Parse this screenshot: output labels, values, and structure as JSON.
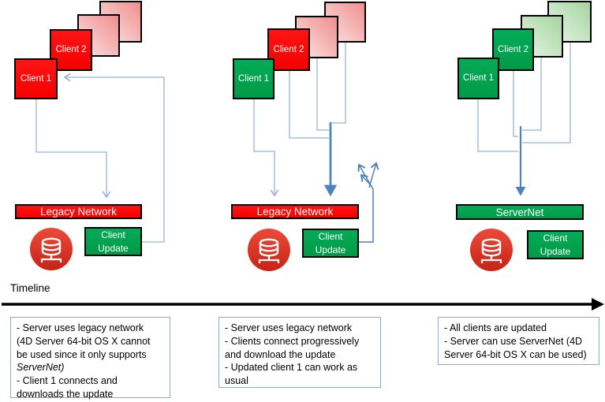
{
  "colors": {
    "client_red": "#f80000",
    "client_green": "#00a24f",
    "faded_red": "#f4b5b3",
    "faded_green": "#c9e6c5",
    "network_red": "#fe0000",
    "network_green": "#00a24f",
    "connector_thin": "#95b3d7",
    "connector_thick": "#4f81bd",
    "server_icon_red": "#d7281c",
    "note_border": "#8ea8c7"
  },
  "panels": [
    {
      "name": "stage-1-legacy",
      "clients": [
        {
          "label": "Client 1",
          "state": "red"
        },
        {
          "label": "Client 2",
          "state": "red"
        },
        {
          "label": "",
          "state": "faded-red"
        },
        {
          "label": "",
          "state": "faded-red"
        }
      ],
      "network": {
        "label": "Legacy Network",
        "state": "red"
      },
      "server_icon": "database-server-icon",
      "update": {
        "label": "Client Update"
      }
    },
    {
      "name": "stage-2-progressive-update",
      "clients": [
        {
          "label": "Client 1",
          "state": "green"
        },
        {
          "label": "Client 2",
          "state": "red"
        },
        {
          "label": "",
          "state": "faded-red"
        },
        {
          "label": "",
          "state": "faded-red"
        }
      ],
      "network": {
        "label": "Legacy Network",
        "state": "red"
      },
      "server_icon": "database-server-icon",
      "update": {
        "label": "Client Update"
      }
    },
    {
      "name": "stage-3-servernet",
      "clients": [
        {
          "label": "Client 1",
          "state": "green"
        },
        {
          "label": "Client 2",
          "state": "green"
        },
        {
          "label": "",
          "state": "faded-green"
        },
        {
          "label": "",
          "state": "faded-green"
        }
      ],
      "network": {
        "label": "ServerNet",
        "state": "green"
      },
      "server_icon": "database-server-icon",
      "update": {
        "label": "Client Update"
      }
    }
  ],
  "timeline": {
    "label": "Timeline"
  },
  "notes": [
    {
      "lines": [
        "- Server uses legacy network",
        "(4D Server 64-bit OS X cannot",
        "be used since it only supports",
        "ServerNet)",
        "- Client 1 connects and",
        "downloads the update"
      ],
      "italic_line_indexes": [
        3
      ]
    },
    {
      "lines": [
        "- Server uses legacy network",
        "- Clients connect progressively",
        "and download the update",
        "- Updated client 1 can work as",
        "usual"
      ],
      "italic_line_indexes": []
    },
    {
      "lines": [
        "- All clients are updated",
        "- Server can use ServerNet (4D",
        "Server 64-bit OS X can be used)"
      ],
      "italic_line_indexes": []
    }
  ]
}
